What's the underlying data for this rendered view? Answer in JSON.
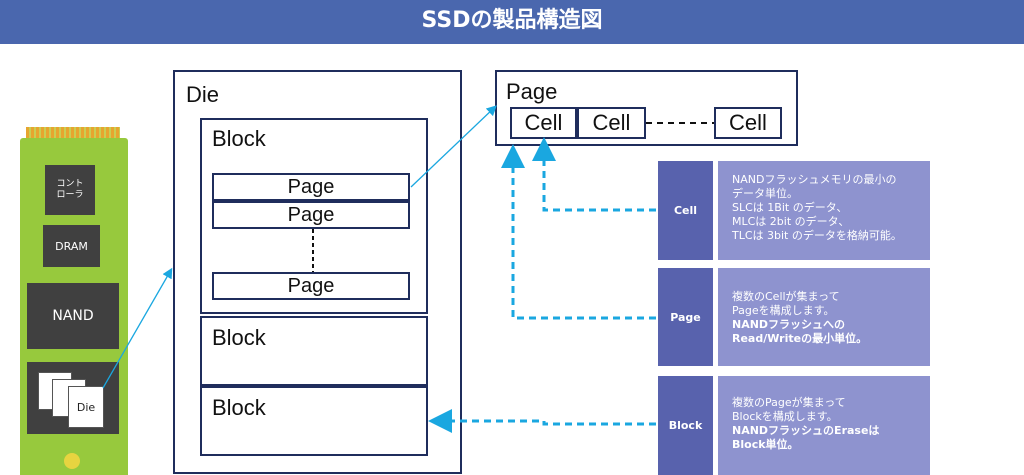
{
  "title": "SSDの製品構造図",
  "ssd": {
    "controller_label": "コント\nローラ",
    "dram_label": "DRAM",
    "nand_label": "NAND",
    "die_label": "Die"
  },
  "structure": {
    "die_label": "Die",
    "block_label": "Block",
    "page_label": "Page",
    "cell_label": "Cell"
  },
  "descriptions": [
    {
      "tag": "Cell",
      "normal_lines": [
        "NANDフラッシュメモリの最小の",
        "データ単位。",
        "SLCは 1Bit のデータ、",
        "MLCは 2bit のデータ、",
        "TLCは 3bit のデータを格納可能。"
      ],
      "bold_lines": []
    },
    {
      "tag": "Page",
      "normal_lines": [
        "複数のCellが集まって",
        "Pageを構成します。"
      ],
      "bold_lines": [
        "NANDフラッシュへの",
        "Read/Writeの最小単位。"
      ]
    },
    {
      "tag": "Block",
      "normal_lines": [
        "複数のPageが集まって",
        "Blockを構成します。"
      ],
      "bold_lines": [
        "NANDフラッシュのEraseは",
        "Block単位。"
      ]
    }
  ],
  "colors": {
    "banner": "#4a67ae",
    "box_border": "#1f2d5c",
    "tag": "#5862ad",
    "desc": "#8e93cf",
    "arrow": "#1aa7e0",
    "board": "#97c93d"
  }
}
